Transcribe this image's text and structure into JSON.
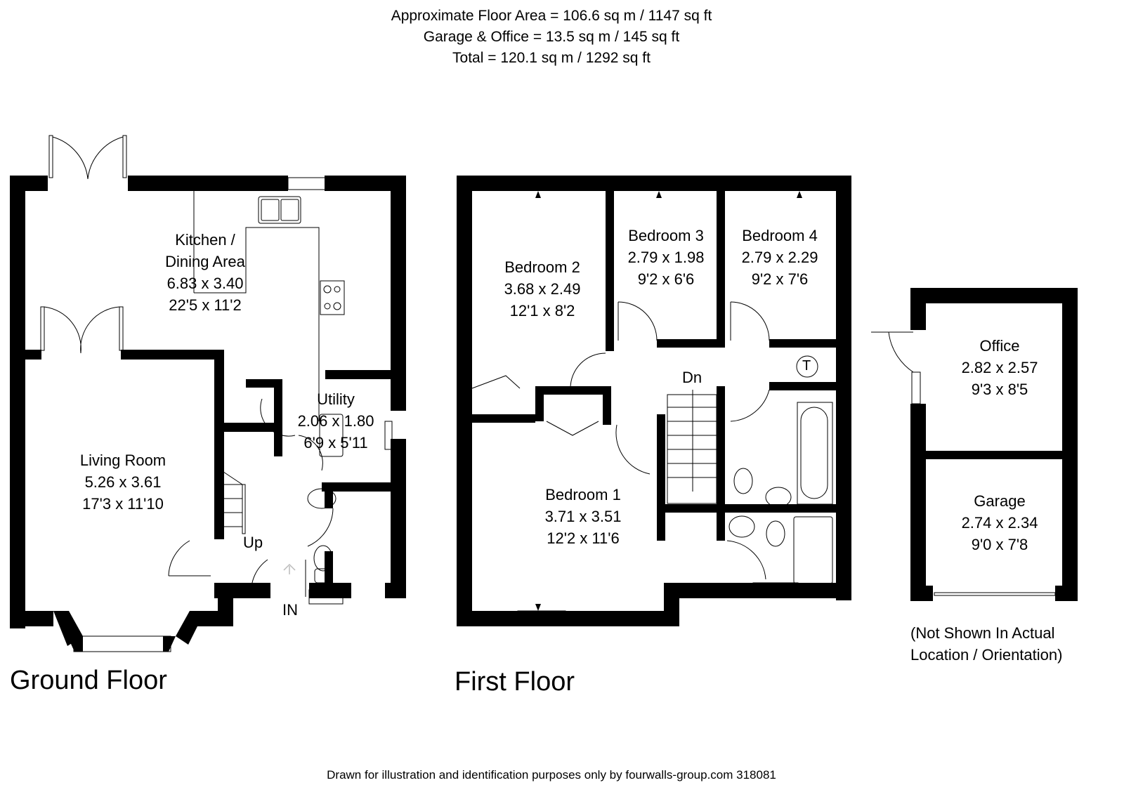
{
  "header": {
    "floor_area": "Approximate Floor Area = 106.6 sq m / 1147 sq ft",
    "garage_office": "Garage & Office = 13.5 sq m / 145 sq ft",
    "total": "Total = 120.1 sq m / 1292 sq ft"
  },
  "ground_floor": {
    "title": "Ground Floor",
    "rooms": [
      {
        "name": "Kitchen /",
        "name2": "Dining Area",
        "metric": "6.83 x 3.40",
        "imperial": "22'5 x 11'2"
      },
      {
        "name": "Living Room",
        "metric": "5.26 x 3.61",
        "imperial": "17'3 x 11'10"
      },
      {
        "name": "Utility",
        "metric": "2.06 x 1.80",
        "imperial": "6'9 x 5'11"
      }
    ],
    "stairs_label": "Up",
    "entrance_label": "IN"
  },
  "first_floor": {
    "title": "First Floor",
    "rooms": [
      {
        "name": "Bedroom 2",
        "metric": "3.68 x 2.49",
        "imperial": "12'1 x 8'2"
      },
      {
        "name": "Bedroom 3",
        "metric": "2.79 x 1.98",
        "imperial": "9'2 x 6'6"
      },
      {
        "name": "Bedroom 4",
        "metric": "2.79 x 2.29",
        "imperial": "9'2 x 7'6"
      },
      {
        "name": "Bedroom 1",
        "metric": "3.71 x 3.51",
        "imperial": "12'2 x 11'6"
      }
    ],
    "stairs_label": "Dn",
    "tank_label": "T"
  },
  "outbuilding": {
    "rooms": [
      {
        "name": "Office",
        "metric": "2.82 x 2.57",
        "imperial": "9'3 x 8'5"
      },
      {
        "name": "Garage",
        "metric": "2.74 x 2.34",
        "imperial": "9'0 x 7'8"
      }
    ],
    "note_line1": "(Not Shown In Actual",
    "note_line2": "Location / Orientation)"
  },
  "footer": {
    "disclaimer": "Drawn for illustration and identification purposes only by fourwalls-group.com 318081"
  },
  "colors": {
    "wall": "#000000",
    "background": "#ffffff",
    "line": "#000000"
  }
}
